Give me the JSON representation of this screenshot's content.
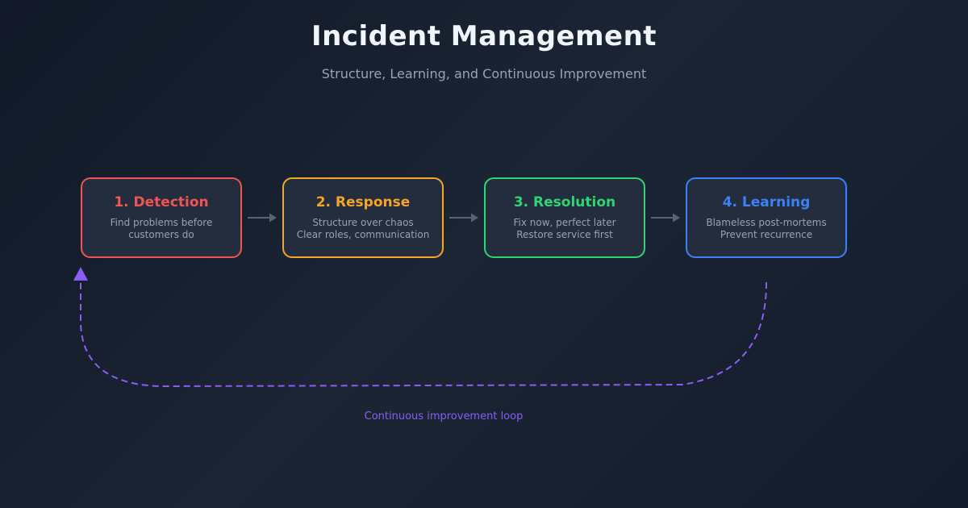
{
  "header": {
    "title": "Incident Management",
    "subtitle": "Structure, Learning, and Continuous Improvement"
  },
  "stages": [
    {
      "title": "1. Detection",
      "desc": [
        "Find problems before",
        "customers do"
      ],
      "color": "#f15454"
    },
    {
      "title": "2. Response",
      "desc": [
        "Structure over chaos",
        "Clear roles, communication"
      ],
      "color": "#f5a623"
    },
    {
      "title": "3. Resolution",
      "desc": [
        "Fix now, perfect later",
        "Restore service first"
      ],
      "color": "#2ed573"
    },
    {
      "title": "4. Learning",
      "desc": [
        "Blameless post-mortems",
        "Prevent recurrence"
      ],
      "color": "#3b82f6"
    }
  ],
  "flow": {
    "arrow_icon": "right-arrow",
    "arrow_color": "#56637a"
  },
  "loop": {
    "label": "Continuous improvement loop",
    "icon": "dashed-loop-arrow",
    "color": "#8b5cf6"
  }
}
